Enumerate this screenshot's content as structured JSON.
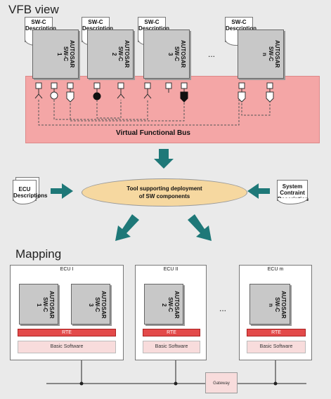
{
  "vfb": {
    "title": "VFB view",
    "descriptions": [
      "SW-C\nDescription",
      "SW-C\nDescription",
      "SW-C\nDescription",
      "SW-C\nDescription"
    ],
    "components": [
      "AUTOSAR\nSW-C\n1",
      "AUTOSAR\nSW-C\n2",
      "AUTOSAR\nSW-C\n3",
      "AUTOSAR\nSW-C\nn"
    ],
    "ellipsis": "...",
    "bus_label": "Virtual Functional Bus"
  },
  "deployment": {
    "tool_label": "Tool supporting deployment\nof SW components",
    "ecu_descriptions": "ECU\nDescriptions",
    "system_constraint": "System Contraint\nDescription"
  },
  "mapping": {
    "title": "Mapping",
    "ecus": [
      {
        "name": "ECU I",
        "components": [
          "AUTOSAR\nSW-C\n1",
          "AUTOSAR\nSW-C\n3"
        ],
        "rte": "RTE",
        "bsw": "Basic Software"
      },
      {
        "name": "ECU II",
        "components": [
          "AUTOSAR\nSW-C\n2"
        ],
        "rte": "RTE",
        "bsw": "Basic Software"
      },
      {
        "name": "ECU m",
        "components": [
          "AUTOSAR\nSW-C\nn"
        ],
        "rte": "RTE",
        "bsw": "Basic Software"
      }
    ],
    "ellipsis": "...",
    "gateway": "Gateway"
  },
  "colors": {
    "bus": "#f4a6a6",
    "arrow": "#1e7878",
    "rte": "#e34a4a",
    "bsw": "#f8dcdc",
    "ellipse": "#f6d8a0"
  }
}
